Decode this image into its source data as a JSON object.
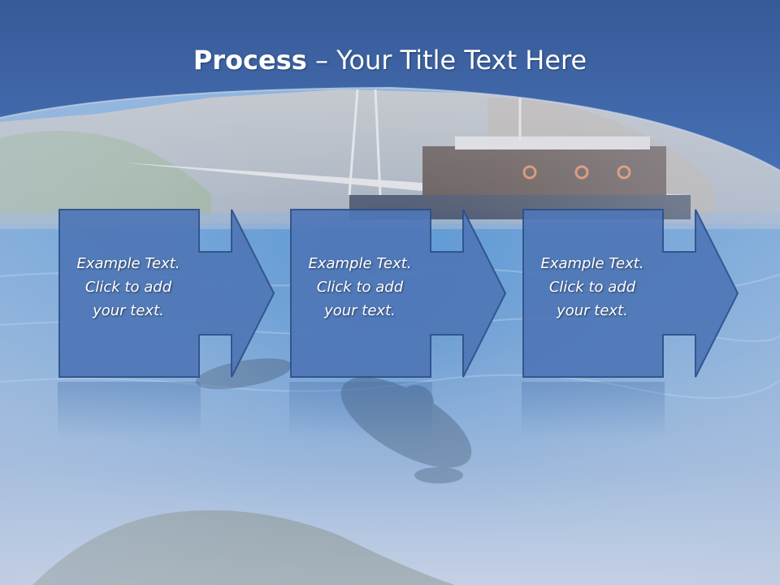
{
  "slide": {
    "title_bold": "Process",
    "title_rest": " – Your Title Text Here",
    "colors": {
      "header": "#3d64a4",
      "box_fill": "#4f77b7",
      "box_border": "#2d4f8a",
      "text": "#ffffff"
    }
  },
  "process": {
    "steps": [
      {
        "text": "Example Text.\nClick  to add\nyour text."
      },
      {
        "text": "Example Text.\nClick  to add\nyour text."
      },
      {
        "text": "Example Text.\nClick  to add\nyour text."
      }
    ]
  }
}
